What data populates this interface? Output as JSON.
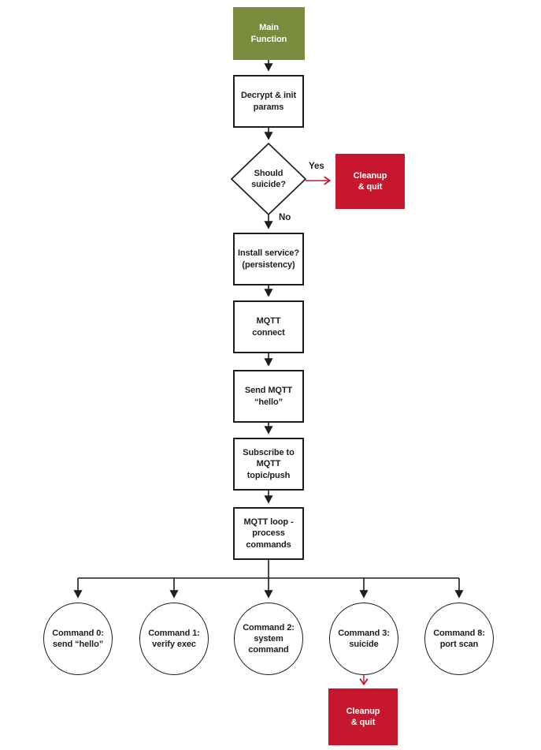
{
  "colors": {
    "green": "#7b8b3d",
    "red": "#c6172e",
    "ink": "#1d1d1f",
    "bg": "#ffffff"
  },
  "nodes": {
    "main_function": {
      "label": "Main\nFunction"
    },
    "decrypt_init": {
      "label": "Decrypt & init\nparams"
    },
    "should_suicide": {
      "label": "Should\nsuicide?"
    },
    "cleanup_quit_top": {
      "label": "Cleanup\n& quit"
    },
    "install_service": {
      "label": "Install service?\n(persistency)"
    },
    "mqtt_connect": {
      "label": "MQTT\nconnect"
    },
    "send_mqtt_hello": {
      "label": "Send MQTT\n“hello”"
    },
    "subscribe_mqtt": {
      "label": "Subscribe to\nMQTT\ntopic/push"
    },
    "mqtt_loop": {
      "label": "MQTT loop -\nprocess\ncommands"
    },
    "command_0": {
      "label": "Command 0:\nsend “hello”"
    },
    "command_1": {
      "label": "Command 1:\nverify exec"
    },
    "command_2": {
      "label": "Command 2:\nsystem\ncommand"
    },
    "command_3": {
      "label": "Command 3:\nsuicide"
    },
    "command_8": {
      "label": "Command 8:\nport scan"
    },
    "cleanup_quit_bottom": {
      "label": "Cleanup\n& quit"
    }
  },
  "edge_labels": {
    "yes": "Yes",
    "no": "No"
  }
}
